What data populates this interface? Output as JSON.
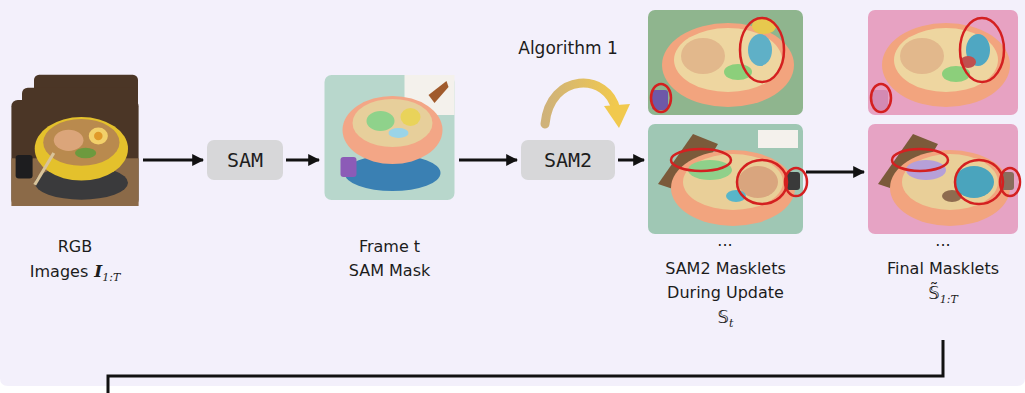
{
  "diagram": {
    "nodes": [
      {
        "text": [
          "RGB Images",
          "I",
          "1:T"
        ]
      },
      {
        "text": [
          "SAM"
        ]
      },
      {
        "text": [
          "Frame t",
          "SAM Mask"
        ]
      },
      {
        "text": [
          "SAM2"
        ]
      },
      {
        "text": [
          "SAM2 Masklets During Update",
          "𝕊",
          "t"
        ]
      },
      {
        "text": [
          "Final Masklets",
          "𝕊̃",
          "1:T"
        ]
      }
    ],
    "edges": [
      {
        "from": 0,
        "to": 1,
        "arrow": "to"
      },
      {
        "from": 1,
        "to": 2,
        "arrow": "to"
      },
      {
        "from": 2,
        "to": 3,
        "arrow": "to"
      },
      {
        "from": 3,
        "to": 4,
        "arrow": "to"
      },
      {
        "from": 4,
        "to": 5,
        "arrow": "to"
      }
    ],
    "labels": [
      "Algorithm 1",
      "...",
      "..."
    ]
  }
}
